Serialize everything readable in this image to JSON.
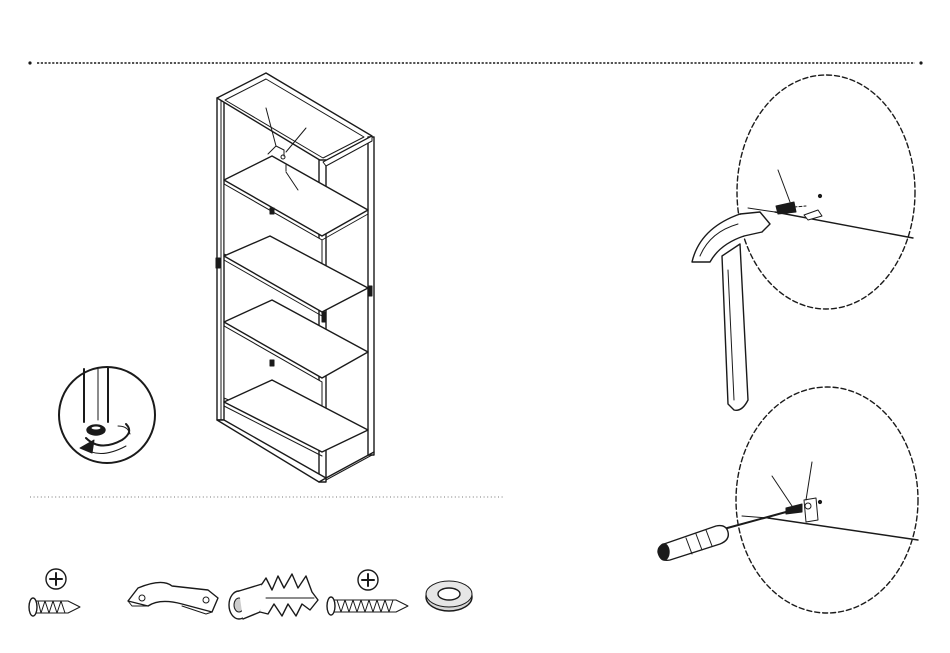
{
  "page": {
    "background": "#ffffff",
    "line_color": "#1a1a1a",
    "shade_color": "#d6d6d6"
  },
  "views": {
    "shelf_unit": {
      "icon": "bookcase-icon"
    },
    "leveler_detail": {
      "icon": "leveling-foot-icon"
    },
    "wall_drill_detail": {
      "icon": "hammer-anchor-icon"
    },
    "wall_screw_detail": {
      "icon": "screwdriver-icon"
    }
  },
  "hardware": [
    {
      "name": "short-phillips-screw",
      "icon": "short-screw-icon"
    },
    {
      "name": "wall-bracket",
      "icon": "bracket-icon"
    },
    {
      "name": "wall-anchor",
      "icon": "wall-anchor-icon"
    },
    {
      "name": "long-phillips-screw",
      "icon": "long-screw-icon"
    },
    {
      "name": "washer",
      "icon": "washer-icon"
    }
  ]
}
